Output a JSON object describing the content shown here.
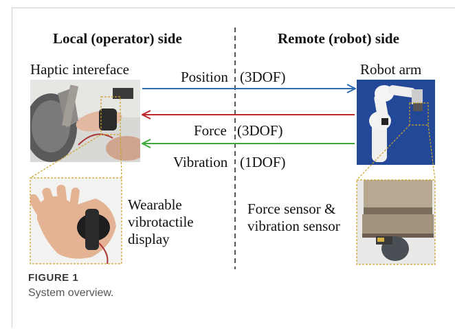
{
  "headers": {
    "local": "Local (operator) side",
    "remote": "Remote (robot) side"
  },
  "labels": {
    "haptic_interface": "Haptic intereface",
    "robot_arm": "Robot arm",
    "wearable_display": [
      "Wearable",
      "vibrotactile",
      "display"
    ],
    "sensor": [
      "Force sensor &",
      "vibration sensor"
    ]
  },
  "signals": {
    "position": {
      "name": "Position",
      "dof": "(3DOF)",
      "color": "#2e6db4"
    },
    "force": {
      "name": "Force",
      "dof": "(3DOF)",
      "color": "#c0282a"
    },
    "vibration": {
      "name": "Vibration",
      "dof": "(1DOF)",
      "color": "#3faa3a"
    }
  },
  "caption": {
    "title": "FIGURE 1",
    "text": "System overview."
  },
  "colors": {
    "callout": "#c9a227",
    "divider": "#222222"
  }
}
